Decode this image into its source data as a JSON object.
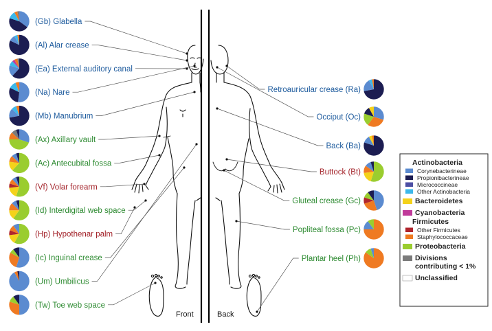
{
  "colors": {
    "corynebacterineae": "#5b8bd0",
    "propionibacterineae": "#1c1d52",
    "micrococcineae": "#4d4fa4",
    "other_actinobacteria": "#3cb8ea",
    "bacteroidetes": "#f4d21a",
    "cyanobacteria": "#c03a9a",
    "other_firmicutes": "#b0252c",
    "staphylococcaceae": "#ef7a22",
    "proteobacteria": "#9acd2f",
    "divisions_lt_1": "#7b7b7b",
    "unclassified": "#ffffff",
    "label_blue": "#1f5c9e",
    "label_green": "#2e8b32",
    "label_red": "#a3232a"
  },
  "figure_labels": {
    "front": "Front",
    "back": "Back"
  },
  "front_sites": [
    {
      "label": "(Gb) Glabella",
      "color_key": "label_blue",
      "composition": [
        [
          "corynebacterineae",
          0.35
        ],
        [
          "propionibacterineae",
          0.45
        ],
        [
          "other_actinobacteria",
          0.12
        ],
        [
          "staphylococcaceae",
          0.05
        ],
        [
          "divisions_lt_1",
          0.03
        ]
      ]
    },
    {
      "label": "(Al) Alar crease",
      "color_key": "label_blue",
      "composition": [
        [
          "propionibacterineae",
          0.82
        ],
        [
          "corynebacterineae",
          0.1
        ],
        [
          "other_actinobacteria",
          0.05
        ],
        [
          "staphylococcaceae",
          0.03
        ]
      ]
    },
    {
      "label": "(Ea) External auditory canal",
      "color_key": "label_blue",
      "composition": [
        [
          "propionibacterineae",
          0.62
        ],
        [
          "corynebacterineae",
          0.18
        ],
        [
          "other_actinobacteria",
          0.08
        ],
        [
          "cyanobacteria",
          0.04
        ],
        [
          "staphylococcaceae",
          0.05
        ],
        [
          "divisions_lt_1",
          0.03
        ]
      ]
    },
    {
      "label": "(Na) Nare",
      "color_key": "label_blue",
      "composition": [
        [
          "corynebacterineae",
          0.52
        ],
        [
          "propionibacterineae",
          0.3
        ],
        [
          "other_actinobacteria",
          0.12
        ],
        [
          "staphylococcaceae",
          0.06
        ]
      ]
    },
    {
      "label": "(Mb) Manubrium",
      "color_key": "label_blue",
      "composition": [
        [
          "propionibacterineae",
          0.72
        ],
        [
          "corynebacterineae",
          0.15
        ],
        [
          "other_actinobacteria",
          0.08
        ],
        [
          "staphylococcaceae",
          0.05
        ]
      ]
    },
    {
      "label": "(Ax) Axillary vault",
      "color_key": "label_green",
      "composition": [
        [
          "corynebacterineae",
          0.3
        ],
        [
          "proteobacteria",
          0.45
        ],
        [
          "staphylococcaceae",
          0.12
        ],
        [
          "divisions_lt_1",
          0.08
        ],
        [
          "propionibacterineae",
          0.05
        ]
      ]
    },
    {
      "label": "(Ac) Antecubital fossa",
      "color_key": "label_green",
      "composition": [
        [
          "proteobacteria",
          0.62
        ],
        [
          "bacteroidetes",
          0.15
        ],
        [
          "staphylococcaceae",
          0.1
        ],
        [
          "corynebacterineae",
          0.08
        ],
        [
          "propionibacterineae",
          0.05
        ]
      ]
    },
    {
      "label": "(Vf) Volar forearm",
      "color_key": "label_red",
      "composition": [
        [
          "proteobacteria",
          0.55
        ],
        [
          "bacteroidetes",
          0.18
        ],
        [
          "other_firmicutes",
          0.07
        ],
        [
          "staphylococcaceae",
          0.08
        ],
        [
          "corynebacterineae",
          0.07
        ],
        [
          "propionibacterineae",
          0.05
        ]
      ]
    },
    {
      "label": "(Id) Interdigital web space",
      "color_key": "label_green",
      "composition": [
        [
          "proteobacteria",
          0.6
        ],
        [
          "bacteroidetes",
          0.15
        ],
        [
          "staphylococcaceae",
          0.12
        ],
        [
          "corynebacterineae",
          0.08
        ],
        [
          "propionibacterineae",
          0.05
        ]
      ]
    },
    {
      "label": "(Hp) Hypothenar palm",
      "color_key": "label_red",
      "composition": [
        [
          "proteobacteria",
          0.58
        ],
        [
          "bacteroidetes",
          0.15
        ],
        [
          "other_firmicutes",
          0.08
        ],
        [
          "staphylococcaceae",
          0.09
        ],
        [
          "corynebacterineae",
          0.1
        ]
      ]
    },
    {
      "label": "(Ic) Inguinal crease",
      "color_key": "label_green",
      "composition": [
        [
          "corynebacterineae",
          0.55
        ],
        [
          "staphylococcaceae",
          0.28
        ],
        [
          "proteobacteria",
          0.07
        ],
        [
          "propionibacterineae",
          0.1
        ]
      ]
    },
    {
      "label": "(Um) Umbilicus",
      "color_key": "label_green",
      "composition": [
        [
          "corynebacterineae",
          0.92
        ],
        [
          "staphylococcaceae",
          0.05
        ],
        [
          "propionibacterineae",
          0.03
        ]
      ]
    },
    {
      "label": "(Tw) Toe web space",
      "color_key": "label_green",
      "composition": [
        [
          "corynebacterineae",
          0.5
        ],
        [
          "staphylococcaceae",
          0.3
        ],
        [
          "proteobacteria",
          0.1
        ],
        [
          "propionibacterineae",
          0.1
        ]
      ]
    }
  ],
  "back_sites": [
    {
      "label": "Retroauricular crease (Ra)",
      "color_key": "label_blue",
      "composition": [
        [
          "propionibacterineae",
          0.72
        ],
        [
          "corynebacterineae",
          0.2
        ],
        [
          "other_actinobacteria",
          0.05
        ],
        [
          "staphylococcaceae",
          0.03
        ]
      ]
    },
    {
      "label": "Occiput (Oc)",
      "color_key": "label_blue",
      "composition": [
        [
          "corynebacterineae",
          0.3
        ],
        [
          "staphylococcaceae",
          0.3
        ],
        [
          "proteobacteria",
          0.2
        ],
        [
          "propionibacterineae",
          0.12
        ],
        [
          "bacteroidetes",
          0.08
        ]
      ]
    },
    {
      "label": "Back (Ba)",
      "color_key": "label_blue",
      "composition": [
        [
          "propionibacterineae",
          0.8
        ],
        [
          "corynebacterineae",
          0.12
        ],
        [
          "bacteroidetes",
          0.05
        ],
        [
          "staphylococcaceae",
          0.03
        ]
      ]
    },
    {
      "label": "Buttock (Bt)",
      "color_key": "label_red",
      "composition": [
        [
          "proteobacteria",
          0.55
        ],
        [
          "bacteroidetes",
          0.18
        ],
        [
          "staphylococcaceae",
          0.12
        ],
        [
          "corynebacterineae",
          0.1
        ],
        [
          "propionibacterineae",
          0.05
        ]
      ]
    },
    {
      "label": "Gluteal crease (Gc)",
      "color_key": "label_green",
      "composition": [
        [
          "corynebacterineae",
          0.45
        ],
        [
          "staphylococcaceae",
          0.25
        ],
        [
          "other_firmicutes",
          0.1
        ],
        [
          "proteobacteria",
          0.1
        ],
        [
          "propionibacterineae",
          0.1
        ]
      ]
    },
    {
      "label": "Popliteal fossa (Pc)",
      "color_key": "label_green",
      "composition": [
        [
          "staphylococcaceae",
          0.75
        ],
        [
          "corynebacterineae",
          0.15
        ],
        [
          "proteobacteria",
          0.1
        ]
      ]
    },
    {
      "label": "Plantar heel (Ph)",
      "color_key": "label_green",
      "composition": [
        [
          "staphylococcaceae",
          0.85
        ],
        [
          "proteobacteria",
          0.1
        ],
        [
          "corynebacterineae",
          0.05
        ]
      ]
    }
  ],
  "legend": [
    {
      "type": "group",
      "label": "Actinobacteria"
    },
    {
      "type": "sub",
      "label": "Corynebacterineae",
      "color_key": "corynebacterineae"
    },
    {
      "type": "sub",
      "label": "Propionibacterineae",
      "color_key": "propionibacterineae"
    },
    {
      "type": "sub",
      "label": "Micrococcineae",
      "color_key": "micrococcineae"
    },
    {
      "type": "sub",
      "label": "Other Actinobacteria",
      "color_key": "other_actinobacteria"
    },
    {
      "type": "top",
      "label": "Bacteroidetes",
      "color_key": "bacteroidetes"
    },
    {
      "type": "top",
      "label": "Cyanobacteria",
      "color_key": "cyanobacteria"
    },
    {
      "type": "group",
      "label": "Firmicutes"
    },
    {
      "type": "sub",
      "label": "Other Firmicutes",
      "color_key": "other_firmicutes"
    },
    {
      "type": "sub",
      "label": "Staphylococcaceae",
      "color_key": "staphylococcaceae"
    },
    {
      "type": "top",
      "label": "Proteobacteria",
      "color_key": "proteobacteria"
    },
    {
      "type": "top2",
      "label": "Divisions",
      "label2": "contributing < 1%",
      "color_key": "divisions_lt_1"
    },
    {
      "type": "top",
      "label": "Unclassified",
      "color_key": "unclassified"
    }
  ]
}
